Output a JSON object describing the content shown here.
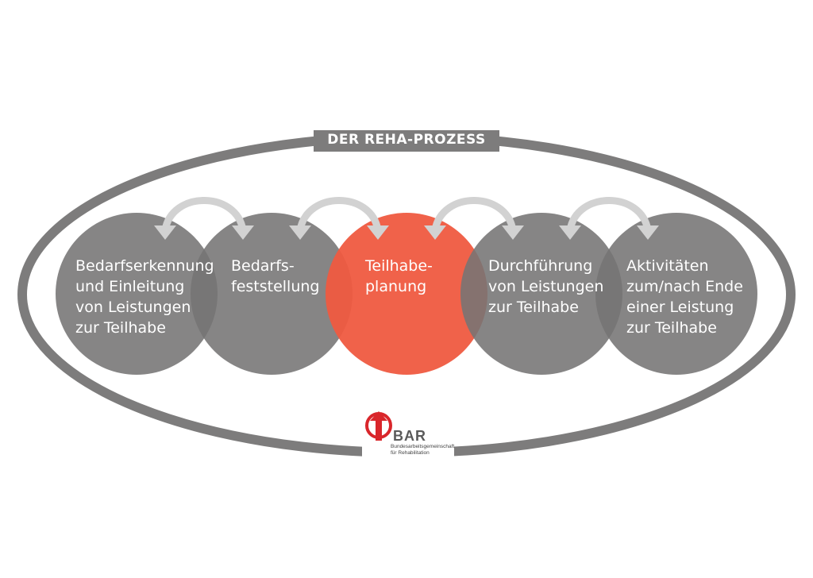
{
  "title": "DER REHA-PROZESS",
  "colors": {
    "ring": "#7d7c7c",
    "circle_grey": "#757474",
    "circle_accent": "#ef5a40",
    "arrow": "#d2d2d2",
    "logo_red": "#d9262b"
  },
  "steps": [
    {
      "lines": [
        "Bedarfserkennung",
        "und Einleitung",
        "von Leistungen",
        "zur Teilhabe"
      ],
      "highlighted": false
    },
    {
      "lines": [
        "Bedarfs-",
        "feststellung"
      ],
      "highlighted": false
    },
    {
      "lines": [
        "Teilhabe-",
        "planung"
      ],
      "highlighted": true
    },
    {
      "lines": [
        "Durchführung",
        "von Leistungen",
        "zur Teilhabe"
      ],
      "highlighted": false
    },
    {
      "lines": [
        "Aktivitäten",
        "zum/nach Ende",
        "einer Leistung",
        "zur Teilhabe"
      ],
      "highlighted": false
    }
  ],
  "logo": {
    "icon": "bar-arrow-logo-icon",
    "name": "BAR",
    "subtitle_lines": [
      "Bundesarbeitsgemeinschaft",
      "für Rehabilitation"
    ]
  }
}
